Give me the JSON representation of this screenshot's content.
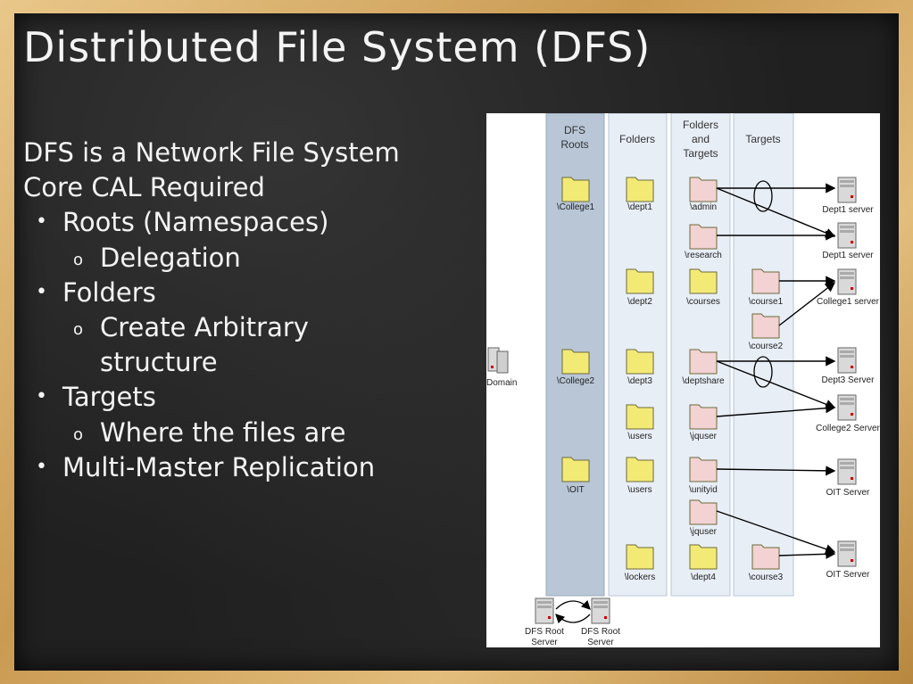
{
  "title": "Distributed File System (DFS)",
  "bullets": {
    "line1": "DFS is a Network File System",
    "line2": "Core CAL Required",
    "roots": "Roots (Namespaces)",
    "delegation": "Delegation",
    "folders": "Folders",
    "create1": "Create Arbitrary",
    "create2": "structure",
    "targets": "Targets",
    "where": "Where the files are",
    "multi": "Multi-Master Replication"
  },
  "diagram": {
    "headers": {
      "roots_1": "DFS",
      "roots_2": "Roots",
      "folders": "Folders",
      "ft_1": "Folders",
      "ft_2": "and",
      "ft_3": "Targets",
      "targets": "Targets"
    },
    "domain": "Domain",
    "roots": [
      "\\College1",
      "\\College2",
      "\\OIT"
    ],
    "folders": [
      "\\dept1",
      "\\dept2",
      "\\dept3",
      "\\users",
      "\\users",
      "\\lockers"
    ],
    "folder_targets": [
      "\\admin",
      "\\research",
      "\\courses",
      "\\deptshare",
      "\\jquser",
      "\\unityid",
      "\\jquser",
      "\\dept4"
    ],
    "targets": [
      "\\course1",
      "\\course2",
      "\\course3"
    ],
    "servers": [
      "Dept1 server",
      "Dept1 server",
      "College1 server",
      "Dept3 Server",
      "College2 Server",
      "OIT Server",
      "OIT Server"
    ],
    "root_server_1a": "DFS Root",
    "root_server_1b": "Server",
    "root_server_2a": "DFS Root",
    "root_server_2b": "Server"
  }
}
